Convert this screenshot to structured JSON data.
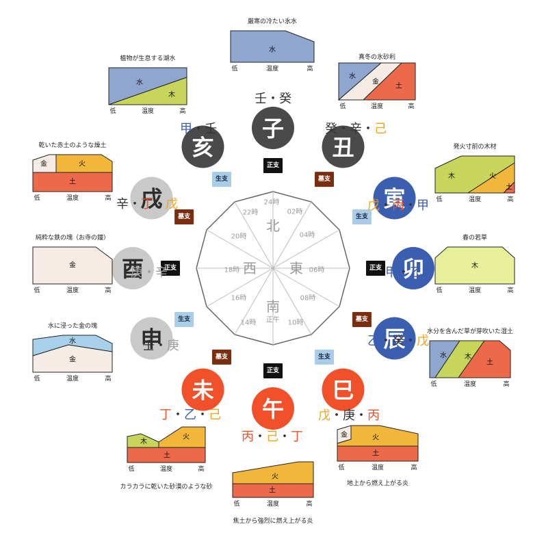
{
  "colors": {
    "dark": "#4a4a4a",
    "light": "#c9c9c9",
    "blue": "#3b5fb0",
    "red": "#f0502a",
    "orange": "#f2a11c",
    "seigo": "#111111",
    "bo": "#7a2e0f",
    "sei": "#a9cde6",
    "water": "#8fa6cf",
    "water_light": "#a9d0ea",
    "earth": "#ec6a4a",
    "fire": "#f2b63a",
    "wood": "#c7d55a",
    "metal": "#f6ece6",
    "wood_pale": "#e9f09a"
  },
  "center": {
    "north": "北",
    "east": "東",
    "south": "南",
    "west": "西",
    "noon": "正午",
    "hours": [
      "24時",
      "02時",
      "04時",
      "06時",
      "08時",
      "10時",
      "14時",
      "16時",
      "18時",
      "20時",
      "22時"
    ]
  },
  "branches": [
    {
      "char": "子",
      "tone": "dark",
      "stems": [
        {
          "t": "壬",
          "c": "dark"
        },
        {
          "t": "・",
          "c": "dark"
        },
        {
          "t": "癸",
          "c": "dark"
        }
      ]
    },
    {
      "char": "丑",
      "tone": "dark",
      "stems": [
        {
          "t": "癸",
          "c": "dark"
        },
        {
          "t": "・",
          "c": "dark"
        },
        {
          "t": "辛",
          "c": "dark"
        },
        {
          "t": "・",
          "c": "dark"
        },
        {
          "t": "己",
          "c": "orange"
        }
      ]
    },
    {
      "char": "寅",
      "tone": "blue",
      "stems": [
        {
          "t": "戊",
          "c": "orange"
        },
        {
          "t": "・",
          "c": "dark"
        },
        {
          "t": "丙",
          "c": "red"
        },
        {
          "t": "・",
          "c": "dark"
        },
        {
          "t": "甲",
          "c": "blue"
        }
      ]
    },
    {
      "char": "卯",
      "tone": "blue",
      "stems": [
        {
          "t": "甲",
          "c": "blue"
        },
        {
          "t": "・",
          "c": "dark"
        },
        {
          "t": "乙",
          "c": "blue"
        }
      ]
    },
    {
      "char": "辰",
      "tone": "blue",
      "stems": [
        {
          "t": "乙",
          "c": "blue"
        },
        {
          "t": "・",
          "c": "dark"
        },
        {
          "t": "癸",
          "c": "dark"
        },
        {
          "t": "・",
          "c": "dark"
        },
        {
          "t": "戊",
          "c": "orange"
        }
      ]
    },
    {
      "char": "巳",
      "tone": "red",
      "stems": [
        {
          "t": "戊",
          "c": "orange"
        },
        {
          "t": "・",
          "c": "dark"
        },
        {
          "t": "庚",
          "c": "dark"
        },
        {
          "t": "・",
          "c": "dark"
        },
        {
          "t": "丙",
          "c": "red"
        }
      ]
    },
    {
      "char": "午",
      "tone": "red",
      "stems": [
        {
          "t": "丙",
          "c": "red"
        },
        {
          "t": "・",
          "c": "dark"
        },
        {
          "t": "己",
          "c": "orange"
        },
        {
          "t": "・",
          "c": "dark"
        },
        {
          "t": "丁",
          "c": "red"
        }
      ]
    },
    {
      "char": "未",
      "tone": "red",
      "stems": [
        {
          "t": "丁",
          "c": "red"
        },
        {
          "t": "・",
          "c": "dark"
        },
        {
          "t": "乙",
          "c": "blue"
        },
        {
          "t": "・",
          "c": "dark"
        },
        {
          "t": "己",
          "c": "orange"
        }
      ]
    },
    {
      "char": "申",
      "tone": "light",
      "stems": [
        {
          "t": "壬",
          "c": "dark"
        },
        {
          "t": "・",
          "c": "dark"
        },
        {
          "t": "庚",
          "c": "light"
        }
      ]
    },
    {
      "char": "酉",
      "tone": "light",
      "stems": [
        {
          "t": "庚",
          "c": "light"
        },
        {
          "t": "・",
          "c": "light"
        },
        {
          "t": "辛",
          "c": "light"
        }
      ]
    },
    {
      "char": "戌",
      "tone": "light",
      "stems": [
        {
          "t": "辛",
          "c": "dark"
        },
        {
          "t": "・",
          "c": "dark"
        },
        {
          "t": "丁",
          "c": "red"
        },
        {
          "t": "・",
          "c": "dark"
        },
        {
          "t": "戊",
          "c": "orange"
        }
      ]
    },
    {
      "char": "亥",
      "tone": "dark",
      "stems": [
        {
          "t": "甲",
          "c": "blue"
        },
        {
          "t": "・",
          "c": "dark"
        },
        {
          "t": "壬",
          "c": "dark"
        }
      ]
    }
  ],
  "tags": [
    {
      "label": "正支",
      "kind": "seigo"
    },
    {
      "label": "墓支",
      "kind": "bo"
    },
    {
      "label": "生支",
      "kind": "sei"
    },
    {
      "label": "正支",
      "kind": "seigo"
    },
    {
      "label": "墓支",
      "kind": "bo"
    },
    {
      "label": "生支",
      "kind": "sei"
    },
    {
      "label": "正支",
      "kind": "seigo"
    },
    {
      "label": "墓支",
      "kind": "bo"
    },
    {
      "label": "生支",
      "kind": "sei"
    },
    {
      "label": "正支",
      "kind": "seigo"
    },
    {
      "label": "墓支",
      "kind": "bo"
    },
    {
      "label": "生支",
      "kind": "sei"
    }
  ],
  "axis": {
    "low": "低",
    "mid": "温度",
    "high": "高"
  },
  "panels": [
    {
      "id": "zi",
      "title": "厳寒の冷たい氷水",
      "layers": [
        {
          "label": "水",
          "c": "water"
        }
      ]
    },
    {
      "id": "chou",
      "title": "真冬の氷砂利",
      "layers": [
        {
          "label": "水",
          "c": "water"
        },
        {
          "label": "金",
          "c": "metal"
        },
        {
          "label": "土",
          "c": "earth"
        }
      ]
    },
    {
      "id": "yin",
      "title": "発火寸前の木材",
      "layers": [
        {
          "label": "木",
          "c": "wood"
        },
        {
          "label": "火",
          "c": "fire"
        },
        {
          "label": "土",
          "c": "earth"
        }
      ]
    },
    {
      "id": "mao",
      "title": "春の若草",
      "layers": [
        {
          "label": "木",
          "c": "wood_pale"
        }
      ]
    },
    {
      "id": "chen",
      "title": "水分を含んだ草が芽吹いた湿土",
      "layers": [
        {
          "label": "水",
          "c": "water"
        },
        {
          "label": "木",
          "c": "wood"
        },
        {
          "label": "土",
          "c": "earth"
        }
      ]
    },
    {
      "id": "si",
      "title": "地上から燃え上がる炎",
      "layers": [
        {
          "label": "金",
          "c": "metal"
        },
        {
          "label": "火",
          "c": "fire"
        },
        {
          "label": "土",
          "c": "earth"
        }
      ]
    },
    {
      "id": "wu",
      "title": "焦土から強烈に燃え上がる炎",
      "layers": [
        {
          "label": "火",
          "c": "fire"
        },
        {
          "label": "土",
          "c": "earth"
        }
      ]
    },
    {
      "id": "wei",
      "title": "カラカラに乾いた砂漠のような砂",
      "layers": [
        {
          "label": "木",
          "c": "wood"
        },
        {
          "label": "火",
          "c": "fire"
        },
        {
          "label": "土",
          "c": "earth"
        }
      ]
    },
    {
      "id": "shen",
      "title": "水に浸った金の塊",
      "layers": [
        {
          "label": "水",
          "c": "water_light"
        },
        {
          "label": "金",
          "c": "metal"
        }
      ]
    },
    {
      "id": "you",
      "title": "純粋な鉄の塊（お寺の鐘）",
      "layers": [
        {
          "label": "金",
          "c": "metal"
        }
      ]
    },
    {
      "id": "xu",
      "title": "乾いた赤土のような燥土",
      "layers": [
        {
          "label": "金",
          "c": "metal"
        },
        {
          "label": "火",
          "c": "fire"
        },
        {
          "label": "土",
          "c": "earth"
        }
      ]
    },
    {
      "id": "hai",
      "title": "植物が生息する湖水",
      "layers": [
        {
          "label": "水",
          "c": "water"
        },
        {
          "label": "木",
          "c": "wood"
        }
      ]
    }
  ]
}
